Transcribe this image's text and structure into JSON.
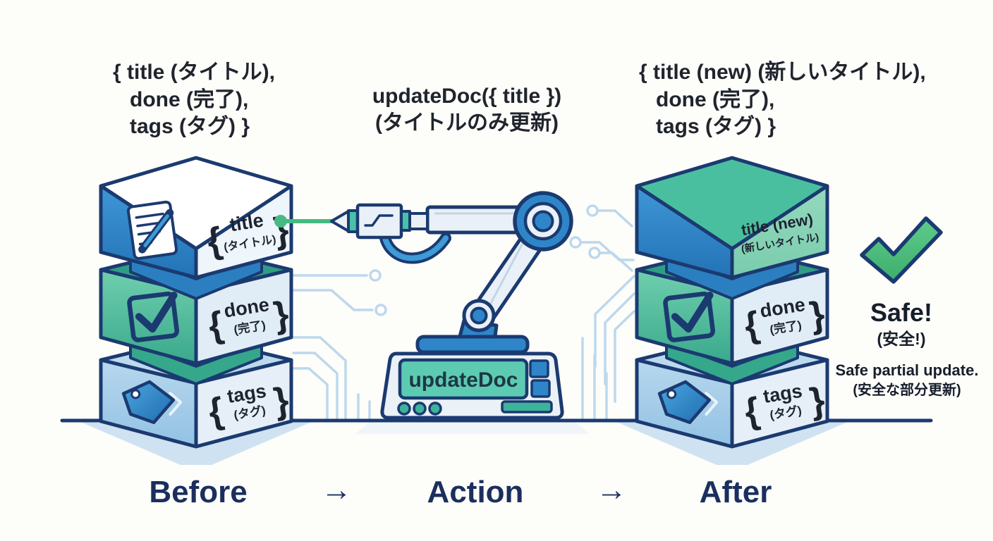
{
  "top_labels": {
    "before_state": {
      "line1": "{ title (タイトル),",
      "line2": "done (完了),",
      "line3": "tags (タグ) }"
    },
    "action_call": {
      "line1": "updateDoc({ title })",
      "line2": "(タイトルのみ更新)"
    },
    "after_state": {
      "line1": "{ title (new) (新しいタイトル),",
      "line2": "done (完了),",
      "line3": "tags (タグ) }"
    }
  },
  "before_stack": {
    "title_cube": {
      "open_brace": "{",
      "label": "title",
      "label_jp": "(タイトル)",
      "close_brace": "}",
      "icon": "note-pencil-icon"
    },
    "done_cube": {
      "open_brace": "{",
      "label": "done",
      "label_jp": "(完了)",
      "close_brace": "}",
      "icon": "checkbox-icon"
    },
    "tags_cube": {
      "open_brace": "{",
      "label": "tags",
      "label_jp": "(タグ)",
      "close_brace": "}",
      "icon": "tag-icon"
    }
  },
  "robot": {
    "screen_label": "updateDoc"
  },
  "after_stack": {
    "title_cube": {
      "label": "title (new)",
      "label_jp": "(新しいタイトル)"
    },
    "done_cube": {
      "open_brace": "{",
      "label": "done",
      "label_jp": "(完了)",
      "close_brace": "}",
      "icon": "checkbox-icon"
    },
    "tags_cube": {
      "open_brace": "{",
      "label": "tags",
      "label_jp": "(タグ)",
      "close_brace": "}",
      "icon": "tag-icon"
    }
  },
  "verdict": {
    "icon": "checkmark-icon",
    "title": "Safe!",
    "title_jp": "(安全!)",
    "subtitle": "Safe partial update.",
    "subtitle_jp": "(安全な部分更新)"
  },
  "flow_labels": {
    "before": "Before",
    "arrow1": "→",
    "action": "Action",
    "arrow2": "→",
    "after": "After"
  },
  "colors": {
    "outline_navy": "#1b3a70",
    "cube_blue": "#2e86c9",
    "cube_teal": "#52c2a0",
    "cube_light_blue": "#a6cde9",
    "face_light": "#eef5fb",
    "screen_teal": "#5dcbb2",
    "connector_green": "#46ba82",
    "check_green": "#4cbc7d",
    "circuit_light_blue": "#bdd8ec",
    "flow_label_navy": "#1b2f5e"
  }
}
